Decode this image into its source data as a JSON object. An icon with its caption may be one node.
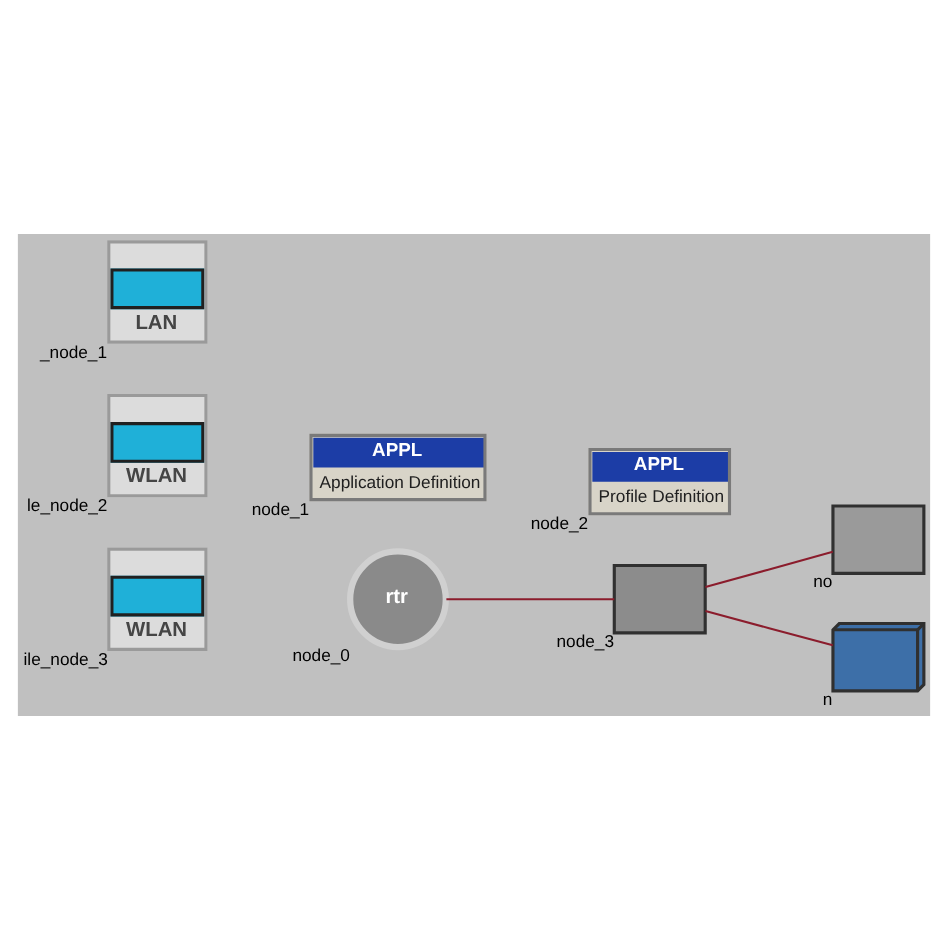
{
  "diagram": {
    "nodes": [
      {
        "text": [
          "APPL",
          "Application Definition"
        ],
        "beside": [
          "node_1"
        ]
      },
      {
        "text": [
          "APPL",
          "Profile Definition"
        ],
        "beside": [
          "node_2"
        ]
      },
      {
        "text": [
          "LAN"
        ],
        "beside": [
          "_node_1"
        ]
      },
      {
        "text": [],
        "shape": "box",
        "beside": [
          "no"
        ]
      },
      {
        "text": [
          "WLAN"
        ],
        "beside": [
          "le_node_2"
        ]
      },
      {
        "text": [
          "rtr"
        ],
        "beside": [
          "node_0"
        ]
      },
      {
        "text": [],
        "shape": "box",
        "beside": [
          "node_3"
        ]
      },
      {
        "text": [],
        "shape": "computer",
        "beside": [
          "n"
        ]
      },
      {
        "text": [
          "WLAN"
        ],
        "beside": [
          "ile_node_3"
        ]
      }
    ],
    "edges": [
      {
        "from": 5,
        "to": 6,
        "arrow": "none"
      },
      {
        "from": 6,
        "to": 3,
        "arrow": "none"
      },
      {
        "from": 6,
        "to": 7,
        "arrow": "none"
      }
    ]
  }
}
